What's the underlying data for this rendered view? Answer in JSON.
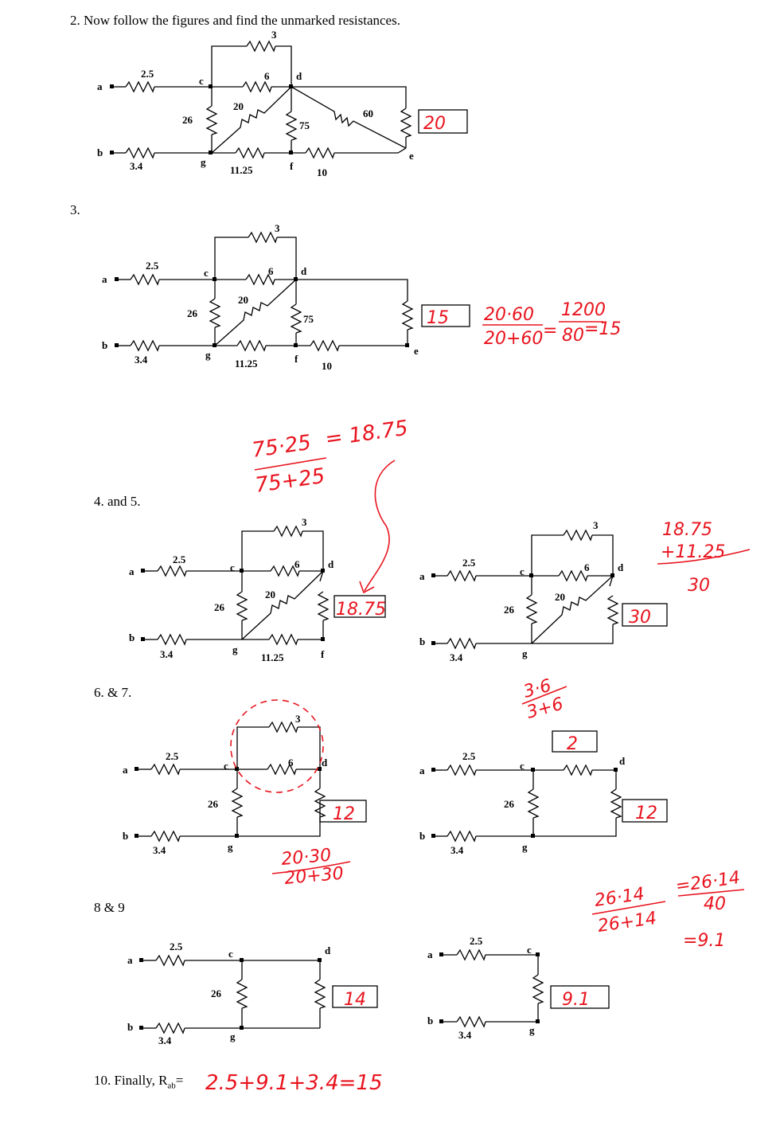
{
  "headings": {
    "q2": "2. Now follow the figures and find the unmarked resistances.",
    "q3": "3.",
    "q45": "4.  and 5.",
    "q67": "6. & 7.",
    "q89": "8 & 9",
    "q10": "10. Finally, R",
    "q10_sub": "ab",
    "q10_eq": "="
  },
  "nodes": {
    "a": "a",
    "b": "b",
    "c": "c",
    "d": "d",
    "e": "e",
    "f": "f",
    "g": "g"
  },
  "resistors": {
    "r2_5": "2.5",
    "r3_4": "3.4",
    "r26": "26",
    "r3": "3",
    "r6": "6",
    "r20": "20",
    "r75": "75",
    "r60": "60",
    "r11_25": "11.25",
    "r10": "10"
  },
  "handwriting": {
    "fig2_answer": "20",
    "fig3_answer": "15",
    "fig3_calc_num": "20·60",
    "fig3_calc_den": "20+60",
    "fig3_calc_num2": "1200",
    "fig3_calc_den2": "80",
    "fig3_calc_eq": "=",
    "fig3_calc_result": "=15",
    "fig4_calc_num": "75·25",
    "fig4_calc_den": "75+25",
    "fig4_calc_result": "= 18.75",
    "fig4_answer": "18.75",
    "fig5_sum_a": "18.75",
    "fig5_sum_b": "+11.25",
    "fig5_sum_total": "30",
    "fig5_answer": "30",
    "fig6_answer": "12",
    "fig6_calc_num": "20·30",
    "fig6_calc_den": "20+30",
    "fig7_calc_num": "3·6",
    "fig7_calc_den": "3+6",
    "fig7_answer_mid": "2",
    "fig7_answer": "12",
    "fig8_answer": "14",
    "fig9_calc_num": "26·14",
    "fig9_calc_den": "26+14",
    "fig9_calc_num2": "=26·14",
    "fig9_calc_den2": "40",
    "fig9_calc_result": "=9.1",
    "fig9_answer": "9.1",
    "final_answer": "2.5+9.1+3.4=15"
  }
}
